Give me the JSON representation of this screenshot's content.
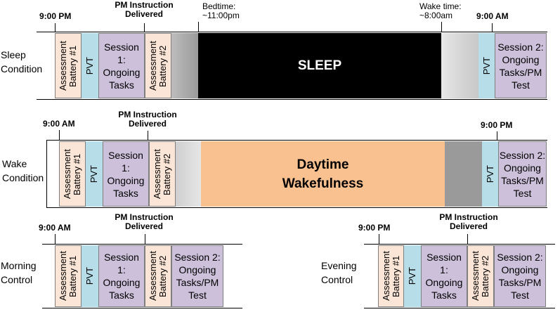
{
  "sleep": {
    "condition": "Sleep Condition",
    "time_start": "9:00 PM",
    "pm_instruction": "PM Instruction Delivered",
    "bedtime": "Bedtime: ~11:00pm",
    "wake_time": "Wake time: ~8:00am",
    "time_end": "9:00 AM",
    "sleep_label": "SLEEP"
  },
  "wake": {
    "condition": "Wake Condition",
    "time_start": "9:00 AM",
    "pm_instruction": "PM Instruction Delivered",
    "time_end": "9:00 PM",
    "daytime_label": "Daytime Wakefulness"
  },
  "morning": {
    "condition": "Morning Control",
    "time_start": "9:00 AM",
    "pm_instruction": "PM Instruction Delivered"
  },
  "evening": {
    "condition": "Evening Control",
    "time_start": "9:00 PM",
    "pm_instruction": "PM Instruction Delivered"
  },
  "blocks": {
    "assessment_1": "Assessment Battery #1",
    "pvt": "PVT",
    "session_1": "Session 1: Ongoing Tasks",
    "assessment_2": "Assessment Battery #2",
    "session_2": "Session 2: Ongoing Tasks/PM Test"
  },
  "colors": {
    "assessment": "#fbe5d6",
    "pvt": "#b6dde8",
    "ongoing": "#ccc0da",
    "sleep": "#000000",
    "daytime": "#f9c090",
    "gray": "#9a9a9a"
  }
}
